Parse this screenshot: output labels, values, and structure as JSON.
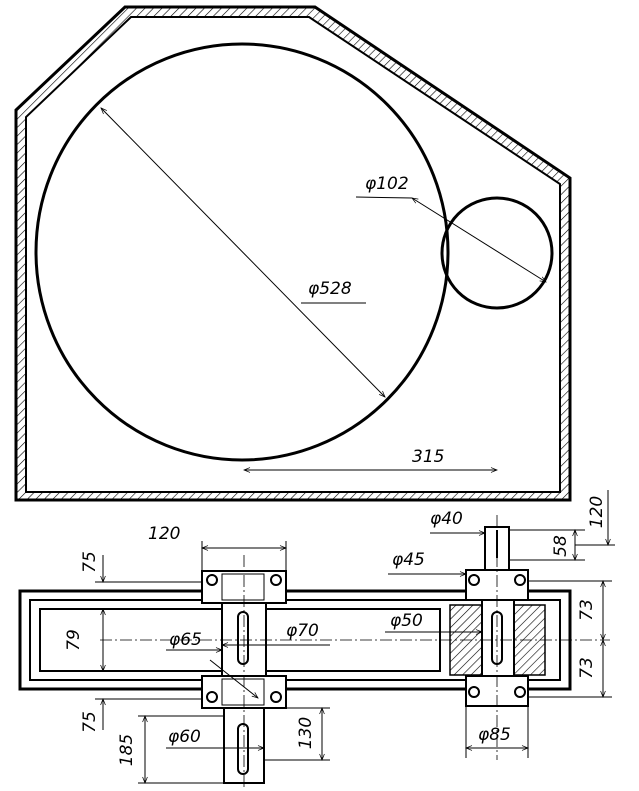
{
  "colors": {
    "line": "#000000",
    "background": "#ffffff"
  },
  "top_view": {
    "diameters": {
      "large_gear": "φ528",
      "small_gear": "φ102"
    },
    "center_distance": "315"
  },
  "side_view": {
    "left_shaft": {
      "width_top": "120",
      "top_extension": "75",
      "bottom_extension": "75",
      "inner_height": "79",
      "bearing_bore": "φ65",
      "gear_hub": "φ70",
      "output_diameter": "φ60",
      "output_length": "130",
      "overall_length": "185"
    },
    "right_shaft": {
      "input_diameter": "φ40",
      "shoulder_diameter": "φ45",
      "input_length": "58",
      "top_length": "120",
      "pinion_bore": "φ50",
      "bearing_outer": "φ85",
      "half_upper": "73",
      "half_lower": "73"
    }
  }
}
